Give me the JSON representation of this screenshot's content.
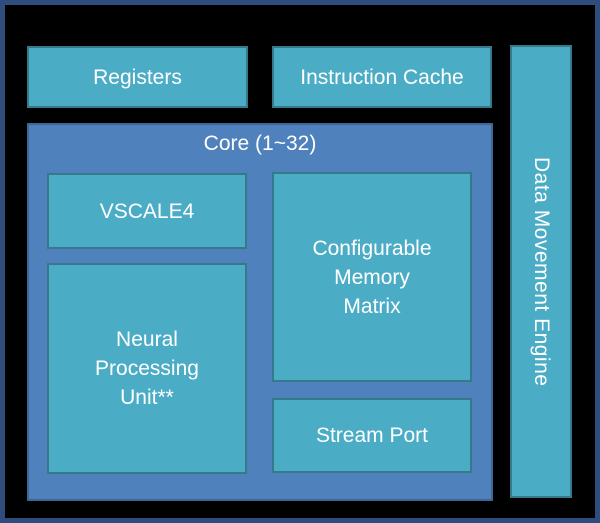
{
  "diagram": {
    "title": "chip-architecture-block-diagram",
    "blocks": {
      "registers": "Registers",
      "instruction_cache": "Instruction Cache",
      "core_title": "Core (1~32)",
      "vscale4": "VSCALE4",
      "neural_processing_unit": "Neural\nProcessing\nUnit**",
      "configurable_memory_matrix": "Configurable\nMemory\nMatrix",
      "stream_port": "Stream Port",
      "data_movement_engine": "Data Movement Engine"
    },
    "colors": {
      "background": "#000000",
      "frame_border": "#2e4c7c",
      "block_fill": "#4bacc6",
      "block_border": "#35798b",
      "core_fill": "#4f81bd",
      "core_border": "#3f6795",
      "text": "#ffffff"
    }
  }
}
